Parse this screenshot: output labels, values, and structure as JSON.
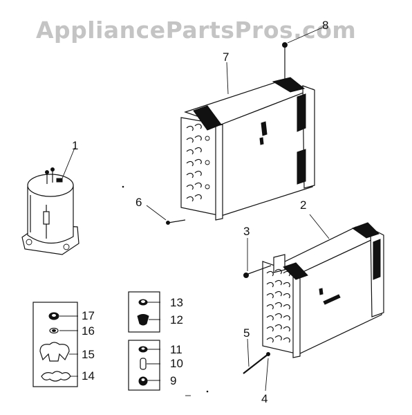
{
  "watermark": "AppliancePartsPros.com",
  "callouts": {
    "c1": "1",
    "c2": "2",
    "c3": "3",
    "c4": "4",
    "c5": "5",
    "c6": "6",
    "c7": "7",
    "c8": "8",
    "c9": "9",
    "c10": "10",
    "c11": "11",
    "c12": "12",
    "c13": "13",
    "c14": "14",
    "c15": "15",
    "c16": "16",
    "c17": "17"
  },
  "colors": {
    "ink": "#111111",
    "watermark": "#c4c4c4",
    "background": "#ffffff"
  }
}
